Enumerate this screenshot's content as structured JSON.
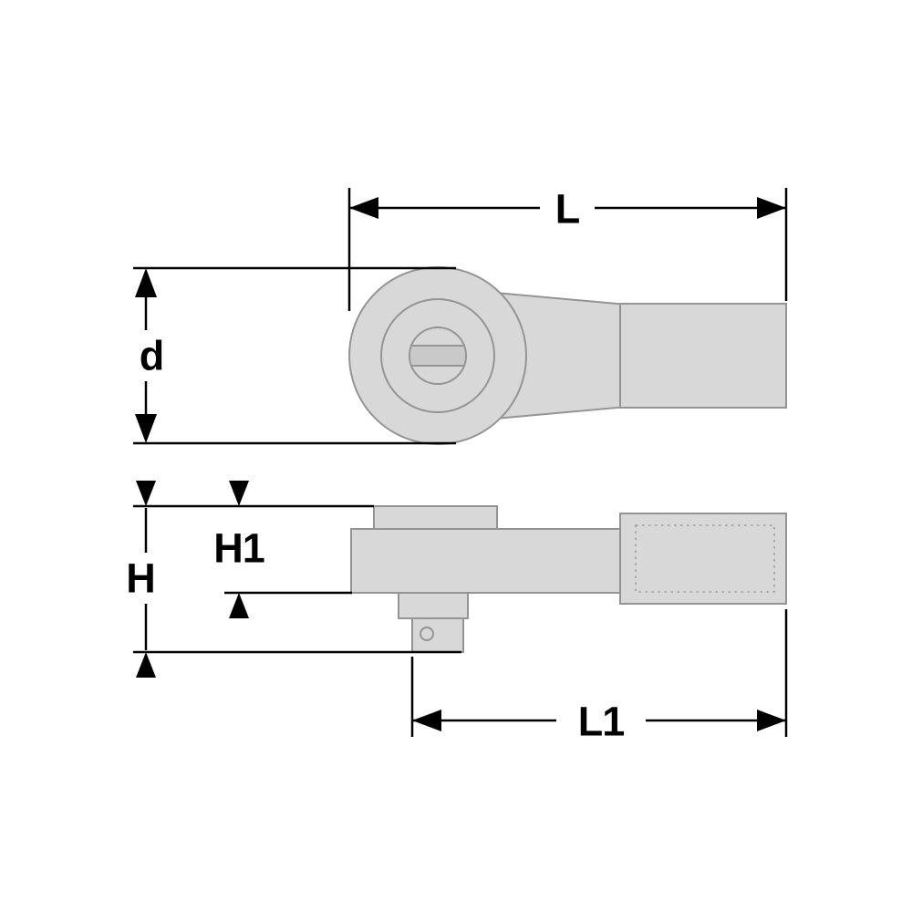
{
  "diagram": {
    "dimensions": {
      "overall_length": {
        "label": "L"
      },
      "head_diameter": {
        "label": "d"
      },
      "overall_height": {
        "label": "H"
      },
      "head_height": {
        "label": "H1"
      },
      "handle_length": {
        "label": "L1"
      }
    },
    "colors": {
      "background": "#ffffff",
      "part_fill": "#d8d8d8",
      "part_outline": "#949494",
      "dimension_lines": "#000000"
    }
  }
}
